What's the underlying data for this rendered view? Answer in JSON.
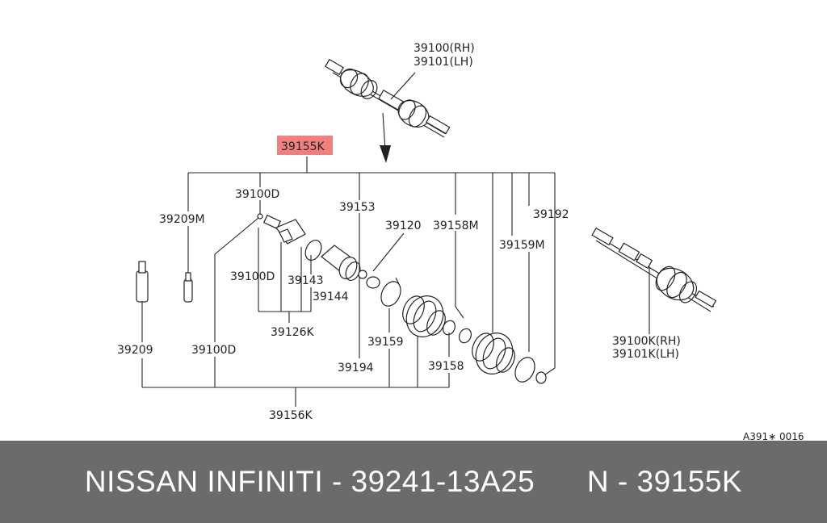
{
  "diagram": {
    "highlight_color": "#f08080",
    "labels": {
      "assembly_rh": "39100(RH)",
      "assembly_lh": "39101(LH)",
      "highlighted": "39155K",
      "l39100d_top": "39100D",
      "l39209m": "39209M",
      "l39153": "39153",
      "l39120": "39120",
      "l39158m": "39158M",
      "l39192": "39192",
      "l39159m": "39159M",
      "l39100d_mid": "39100D",
      "l39143": "39143",
      "l39144": "39144",
      "l39126k": "39126K",
      "l39209": "39209",
      "l39100d_low": "39100D",
      "l39159": "39159",
      "l39194": "39194",
      "l39158": "39158",
      "l39156k": "39156K",
      "right_rh": "39100K(RH)",
      "right_lh": "39101K(LH)",
      "ref_code": "A391∗ 0016"
    }
  },
  "footer": {
    "text": "NISSAN INFINITI - 39241-13A25      N - 39155K",
    "bg_color": "#6b6b6b"
  }
}
